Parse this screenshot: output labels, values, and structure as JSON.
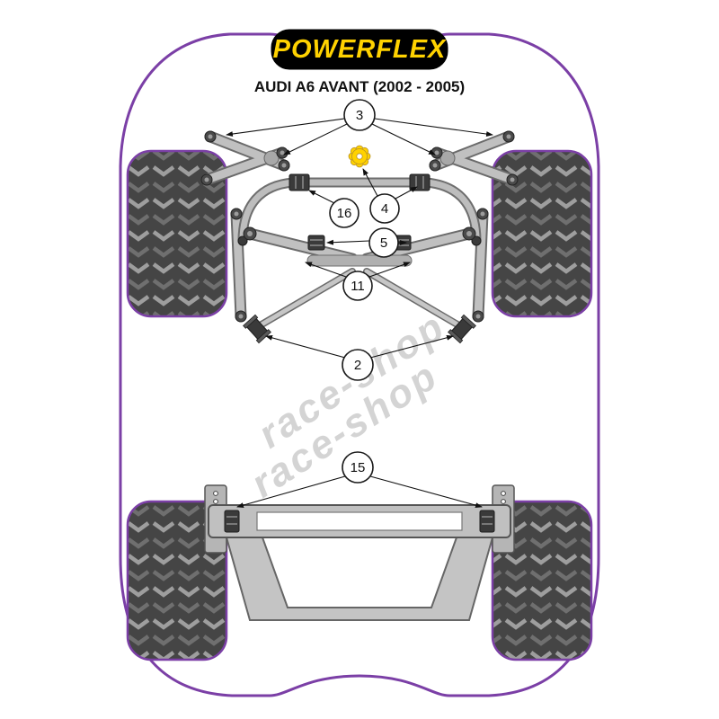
{
  "logo": {
    "label": "POWERFLEX"
  },
  "title": "AUDI A6 AVANT (2002 - 2005)",
  "watermark": {
    "line1": "race-shop",
    "line2": "race-shop"
  },
  "callouts": {
    "upper_arms": "3",
    "arb_bushing_left": "16",
    "arb_bushing_right": "4",
    "inner_bushings": "5",
    "lower_arm_bushings": "11",
    "tie_bar_bushings": "2",
    "rear_beam_mounts": "15"
  },
  "colors": {
    "outline_purple": "#7b3fa6",
    "logo_background": "#000000",
    "logo_text_yellow": "#ffd200",
    "part_gray": "#c0c0c0",
    "bushing_dark": "#3a3a3a",
    "cog_yellow": "#ffd200",
    "tire_dark": "#454545",
    "watermark_gray": "#cdcdcd"
  }
}
